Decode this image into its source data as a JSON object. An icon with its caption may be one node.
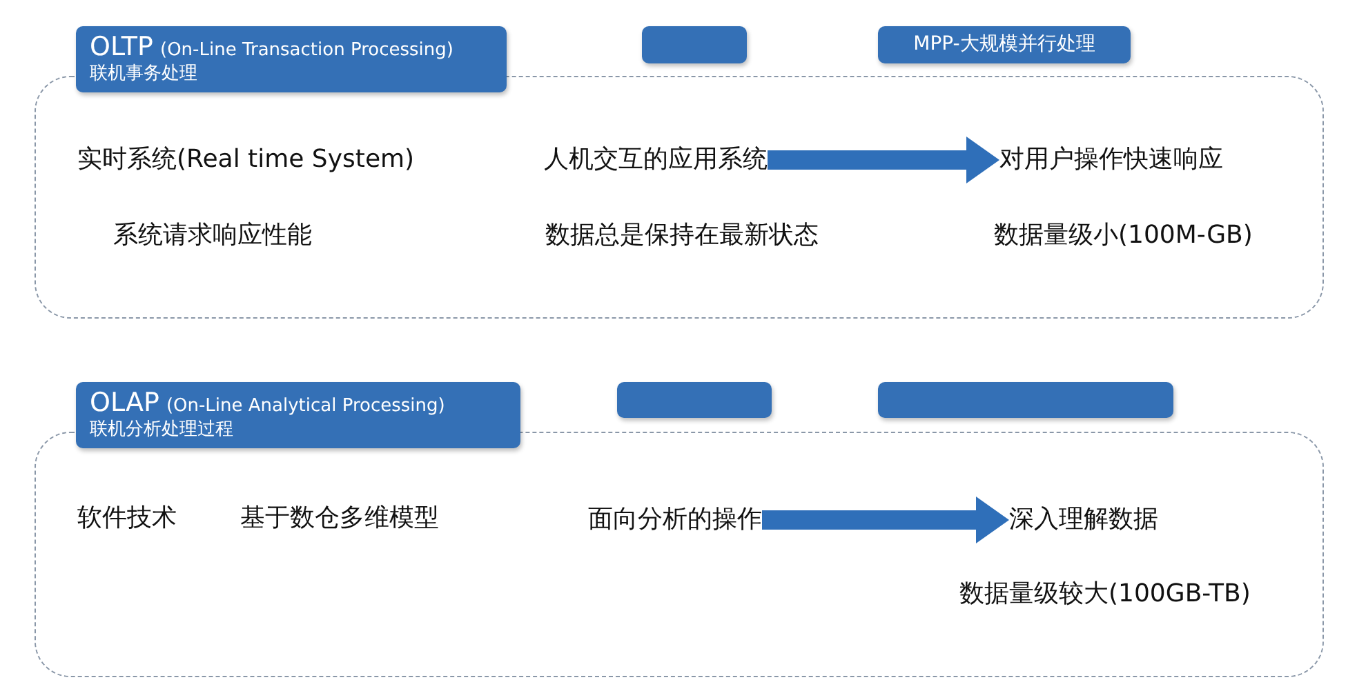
{
  "diagram": {
    "nodes": [
      {
        "text": [
          "OLTP",
          "(On-Line Transaction Processing)",
          "联机事务处理"
        ]
      },
      {
        "text": [],
        "shape": "box"
      },
      {
        "text": [
          "MPP-大规模并行处理"
        ]
      },
      {
        "text": [],
        "shape": "box"
      },
      {
        "text": [
          "实时系统(Real time System)"
        ],
        "in": 3
      },
      {
        "text": [
          "人机交互的应用系统"
        ],
        "in": 3
      },
      {
        "text": [
          "对用户操作快速响应"
        ],
        "in": 3
      },
      {
        "text": [
          "OLAP",
          "(On-Line Analytical Processing)",
          "联机分析处理过程"
        ]
      },
      {
        "text": [],
        "shape": "box"
      },
      {
        "text": [],
        "shape": "box"
      },
      {
        "text": [],
        "shape": "box"
      },
      {
        "text": [
          "面向分析的操作"
        ],
        "in": 10
      },
      {
        "text": [
          "深入理解数据"
        ],
        "in": 10
      }
    ],
    "edges": [
      {
        "from": 5,
        "to": 6,
        "arrow": "to"
      },
      {
        "from": 11,
        "to": 12,
        "arrow": "to"
      }
    ],
    "labels": [
      "系统请求响应性能",
      "数据总是保持在最新状态",
      "数据量级小(100M-GB)",
      "软件技术",
      "基于数仓多维模型",
      "数据量级较大(100GB-TB)"
    ]
  }
}
